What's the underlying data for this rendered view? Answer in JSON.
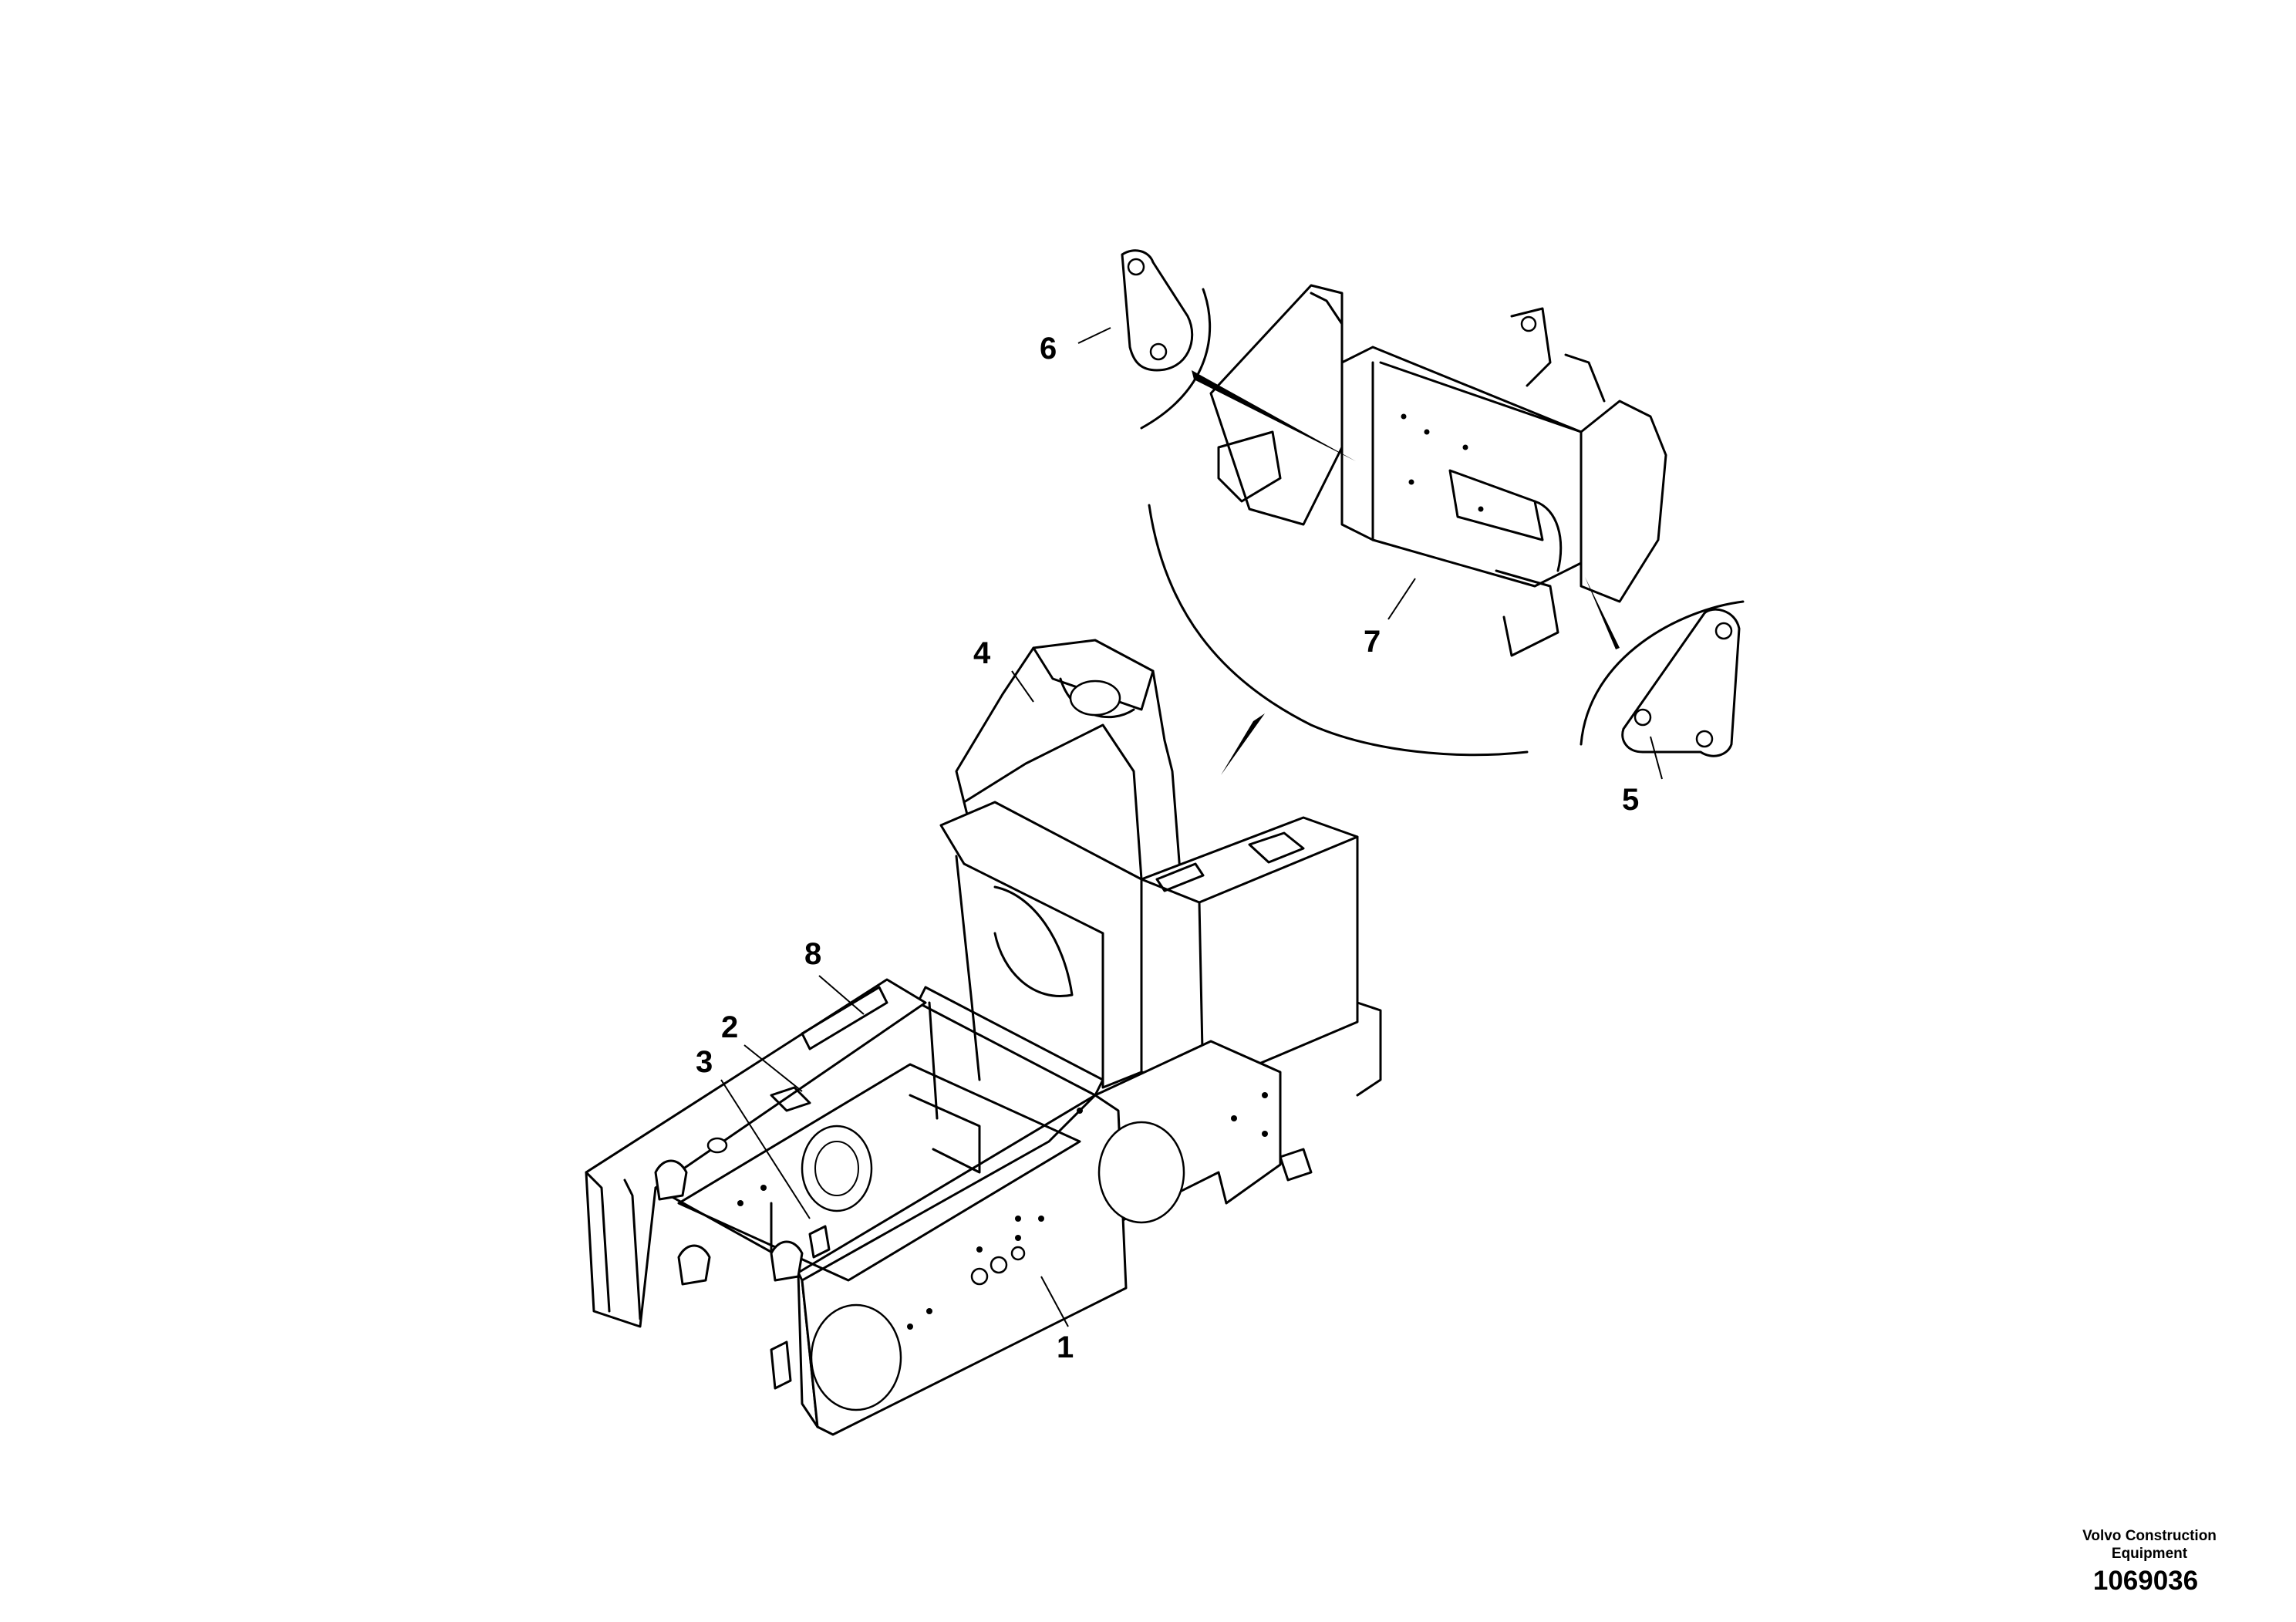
{
  "figure": {
    "callouts": [
      {
        "id": "1",
        "label": "1"
      },
      {
        "id": "2",
        "label": "2"
      },
      {
        "id": "3",
        "label": "3"
      },
      {
        "id": "4",
        "label": "4"
      },
      {
        "id": "5",
        "label": "5"
      },
      {
        "id": "6",
        "label": "6"
      },
      {
        "id": "7",
        "label": "7"
      },
      {
        "id": "8",
        "label": "8"
      }
    ]
  },
  "footer": {
    "brand_line1": "Volvo Construction",
    "brand_line2": "Equipment",
    "drawing_number": "1069036"
  }
}
